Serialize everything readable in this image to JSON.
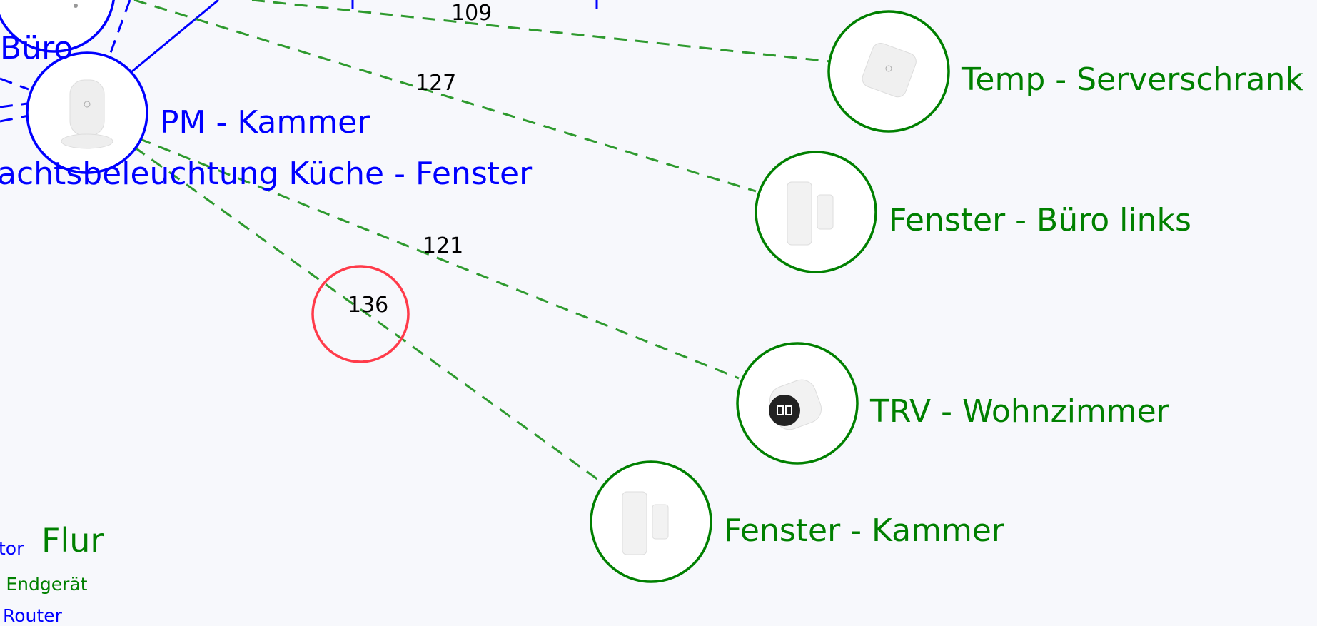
{
  "colors": {
    "router": "#0000ff",
    "enddevice": "#008000",
    "link": "#2e9a2e",
    "highlight": "#ff3b4a",
    "background": "#f7f8fc"
  },
  "nodes": [
    {
      "id": "buero",
      "label": "Büro",
      "role": "router",
      "device": "plug"
    },
    {
      "id": "pm_kammer",
      "label": "PM - Kammer",
      "role": "router",
      "device": "presence-sensor"
    },
    {
      "id": "kueche",
      "label": "achtsbeleuchtung Küche - Fenster",
      "role": "router",
      "device": "none"
    },
    {
      "id": "temp_server",
      "label": "Temp - Serverschrank",
      "role": "enddevice",
      "device": "temp-sensor"
    },
    {
      "id": "fenster_buero",
      "label": "Fenster - Büro links",
      "role": "enddevice",
      "device": "door-sensor"
    },
    {
      "id": "trv_wohn",
      "label": "TRV - Wohnzimmer",
      "role": "enddevice",
      "device": "trv"
    },
    {
      "id": "fenster_kammer",
      "label": "Fenster - Kammer",
      "role": "enddevice",
      "device": "door-sensor"
    },
    {
      "id": "flur",
      "label": "Flur",
      "role": "enddevice",
      "device": "none"
    }
  ],
  "links": [
    {
      "target": "temp_server",
      "lqi": "109"
    },
    {
      "target": "fenster_buero",
      "lqi": "127"
    },
    {
      "target": "trv_wohn",
      "lqi": "121"
    },
    {
      "target": "fenster_kammer",
      "lqi": "136"
    }
  ],
  "legend": {
    "coordinator": "tor",
    "enddevice": ": Endgerät",
    "router": "Router"
  }
}
